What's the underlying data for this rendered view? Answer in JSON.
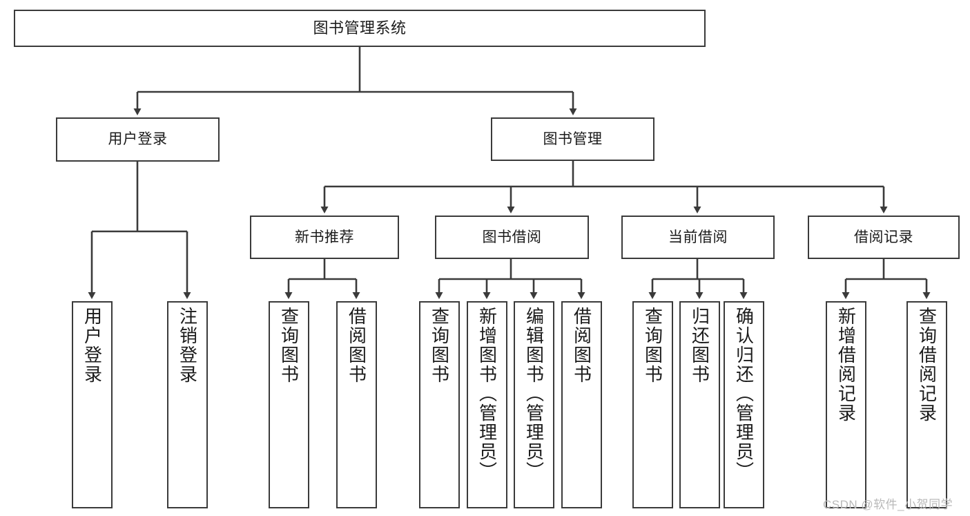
{
  "diagram": {
    "title": "图书管理系统",
    "watermark": "CSDN @软件_小贺同学",
    "colors": {
      "box_border": "#3a3a3a",
      "box_fill": "#ffffff",
      "line": "#3a3a3a",
      "text": "#1b1b1b",
      "watermark": "#b9b9b9"
    },
    "root": {
      "label": "图书管理系统"
    },
    "level1": [
      {
        "label": "用户登录"
      },
      {
        "label": "图书管理"
      }
    ],
    "level2": [
      {
        "label": "新书推荐"
      },
      {
        "label": "图书借阅"
      },
      {
        "label": "当前借阅"
      },
      {
        "label": "借阅记录"
      }
    ],
    "leaves": {
      "user_login": [
        {
          "label": "用户登录"
        },
        {
          "label": "注销登录"
        }
      ],
      "new_book": [
        {
          "label": "查询图书"
        },
        {
          "label": "借阅图书"
        }
      ],
      "book_borrow": [
        {
          "label": "查询图书"
        },
        {
          "label": "新增图书（管理员）"
        },
        {
          "label": "编辑图书（管理员）"
        },
        {
          "label": "借阅图书"
        }
      ],
      "current_borrow": [
        {
          "label": "查询图书"
        },
        {
          "label": "归还图书"
        },
        {
          "label": "确认归还（管理员）"
        }
      ],
      "borrow_record": [
        {
          "label": "新增借阅记录"
        },
        {
          "label": "查询借阅记录"
        }
      ]
    }
  }
}
